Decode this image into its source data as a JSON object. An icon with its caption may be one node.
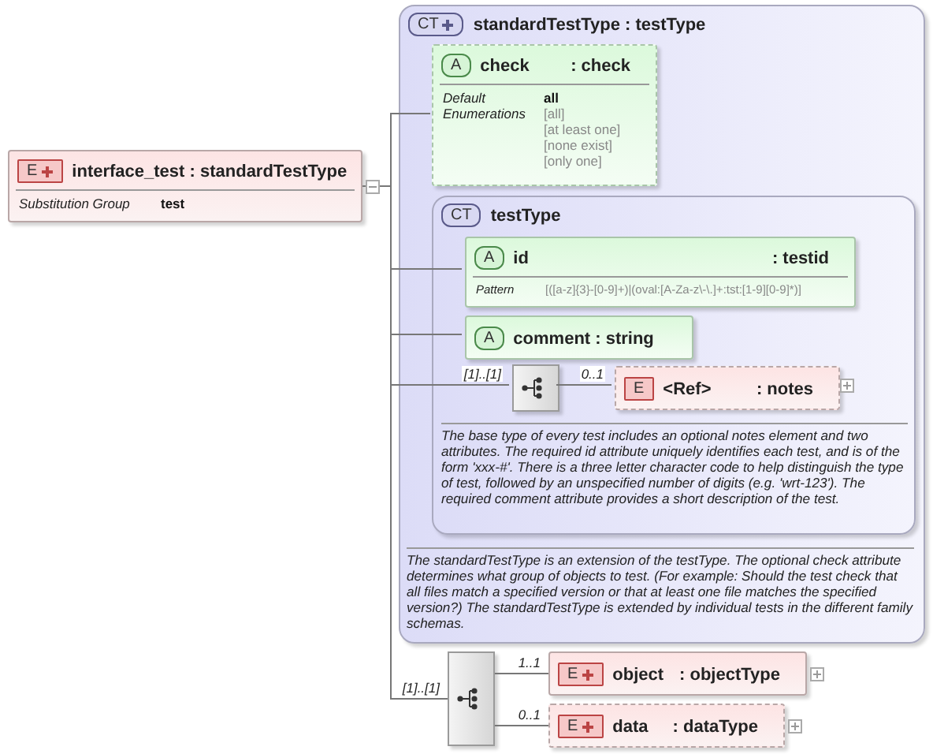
{
  "diagram": {
    "nodes": [
      {
        "text": [
          "E",
          "interface_test : standardTestType",
          "Substitution Group",
          "test"
        ]
      },
      {
        "text": [
          "CT",
          "standardTestType : testType",
          "The standardTestType is an extension of the testType.  The optional check attribute determines what group of objects to test.  (For example: Should the test check that all files match a specified version or that at least one file matches the specified version?)  The standardTestType is extended by individual tests in the different family schemas."
        ]
      },
      {
        "text": [
          "A",
          "check",
          ": check",
          "Default",
          "all",
          "Enumerations",
          "[all]",
          "[at least one]",
          "[none exist]",
          "[only one]"
        ],
        "in": 1
      },
      {
        "text": [
          "CT",
          "testType",
          "The base type of every test includes an optional notes element and two attributes.  The required id attribute uniquely identifies each test, and is of the form 'xxx-#'.  There is a three letter character code to help distinguish the type of test, followed by an unspecified number of digits (e.g. 'wrt-123').  The required comment attribute provides a short description of the test."
        ],
        "in": 1
      },
      {
        "text": [
          "A",
          "id",
          ": testid",
          "Pattern",
          "[([a-z]{3}-[0-9]+)|(oval:[A-Za-z\\-\\.]+:tst:[1-9][0-9]*)]"
        ],
        "in": 3
      },
      {
        "text": [
          "A",
          "comment : string"
        ],
        "in": 3
      },
      {
        "text": [],
        "shape": "box",
        "in": 3
      },
      {
        "text": [
          "E",
          "<Ref>",
          ": notes"
        ],
        "in": 3
      },
      {
        "text": [],
        "shape": "box"
      },
      {
        "text": [
          "E",
          "object",
          ": objectType"
        ]
      },
      {
        "text": [
          "E",
          "data",
          ": dataType"
        ]
      }
    ],
    "edges": [
      {
        "from": 0,
        "to": 2,
        "arrow": "none"
      },
      {
        "from": 0,
        "to": 4,
        "arrow": "none"
      },
      {
        "from": 0,
        "to": 5,
        "arrow": "none"
      },
      {
        "from": 0,
        "to": 6,
        "arrow": "none",
        "label": "[1]..[1]"
      },
      {
        "from": 6,
        "to": 7,
        "arrow": "none",
        "label": "0..1"
      },
      {
        "from": 0,
        "to": 8,
        "arrow": "none",
        "label": "[1]..[1]"
      },
      {
        "from": 8,
        "to": 9,
        "arrow": "none",
        "label": "1..1"
      },
      {
        "from": 8,
        "to": 10,
        "arrow": "none",
        "label": "0..1"
      }
    ]
  }
}
